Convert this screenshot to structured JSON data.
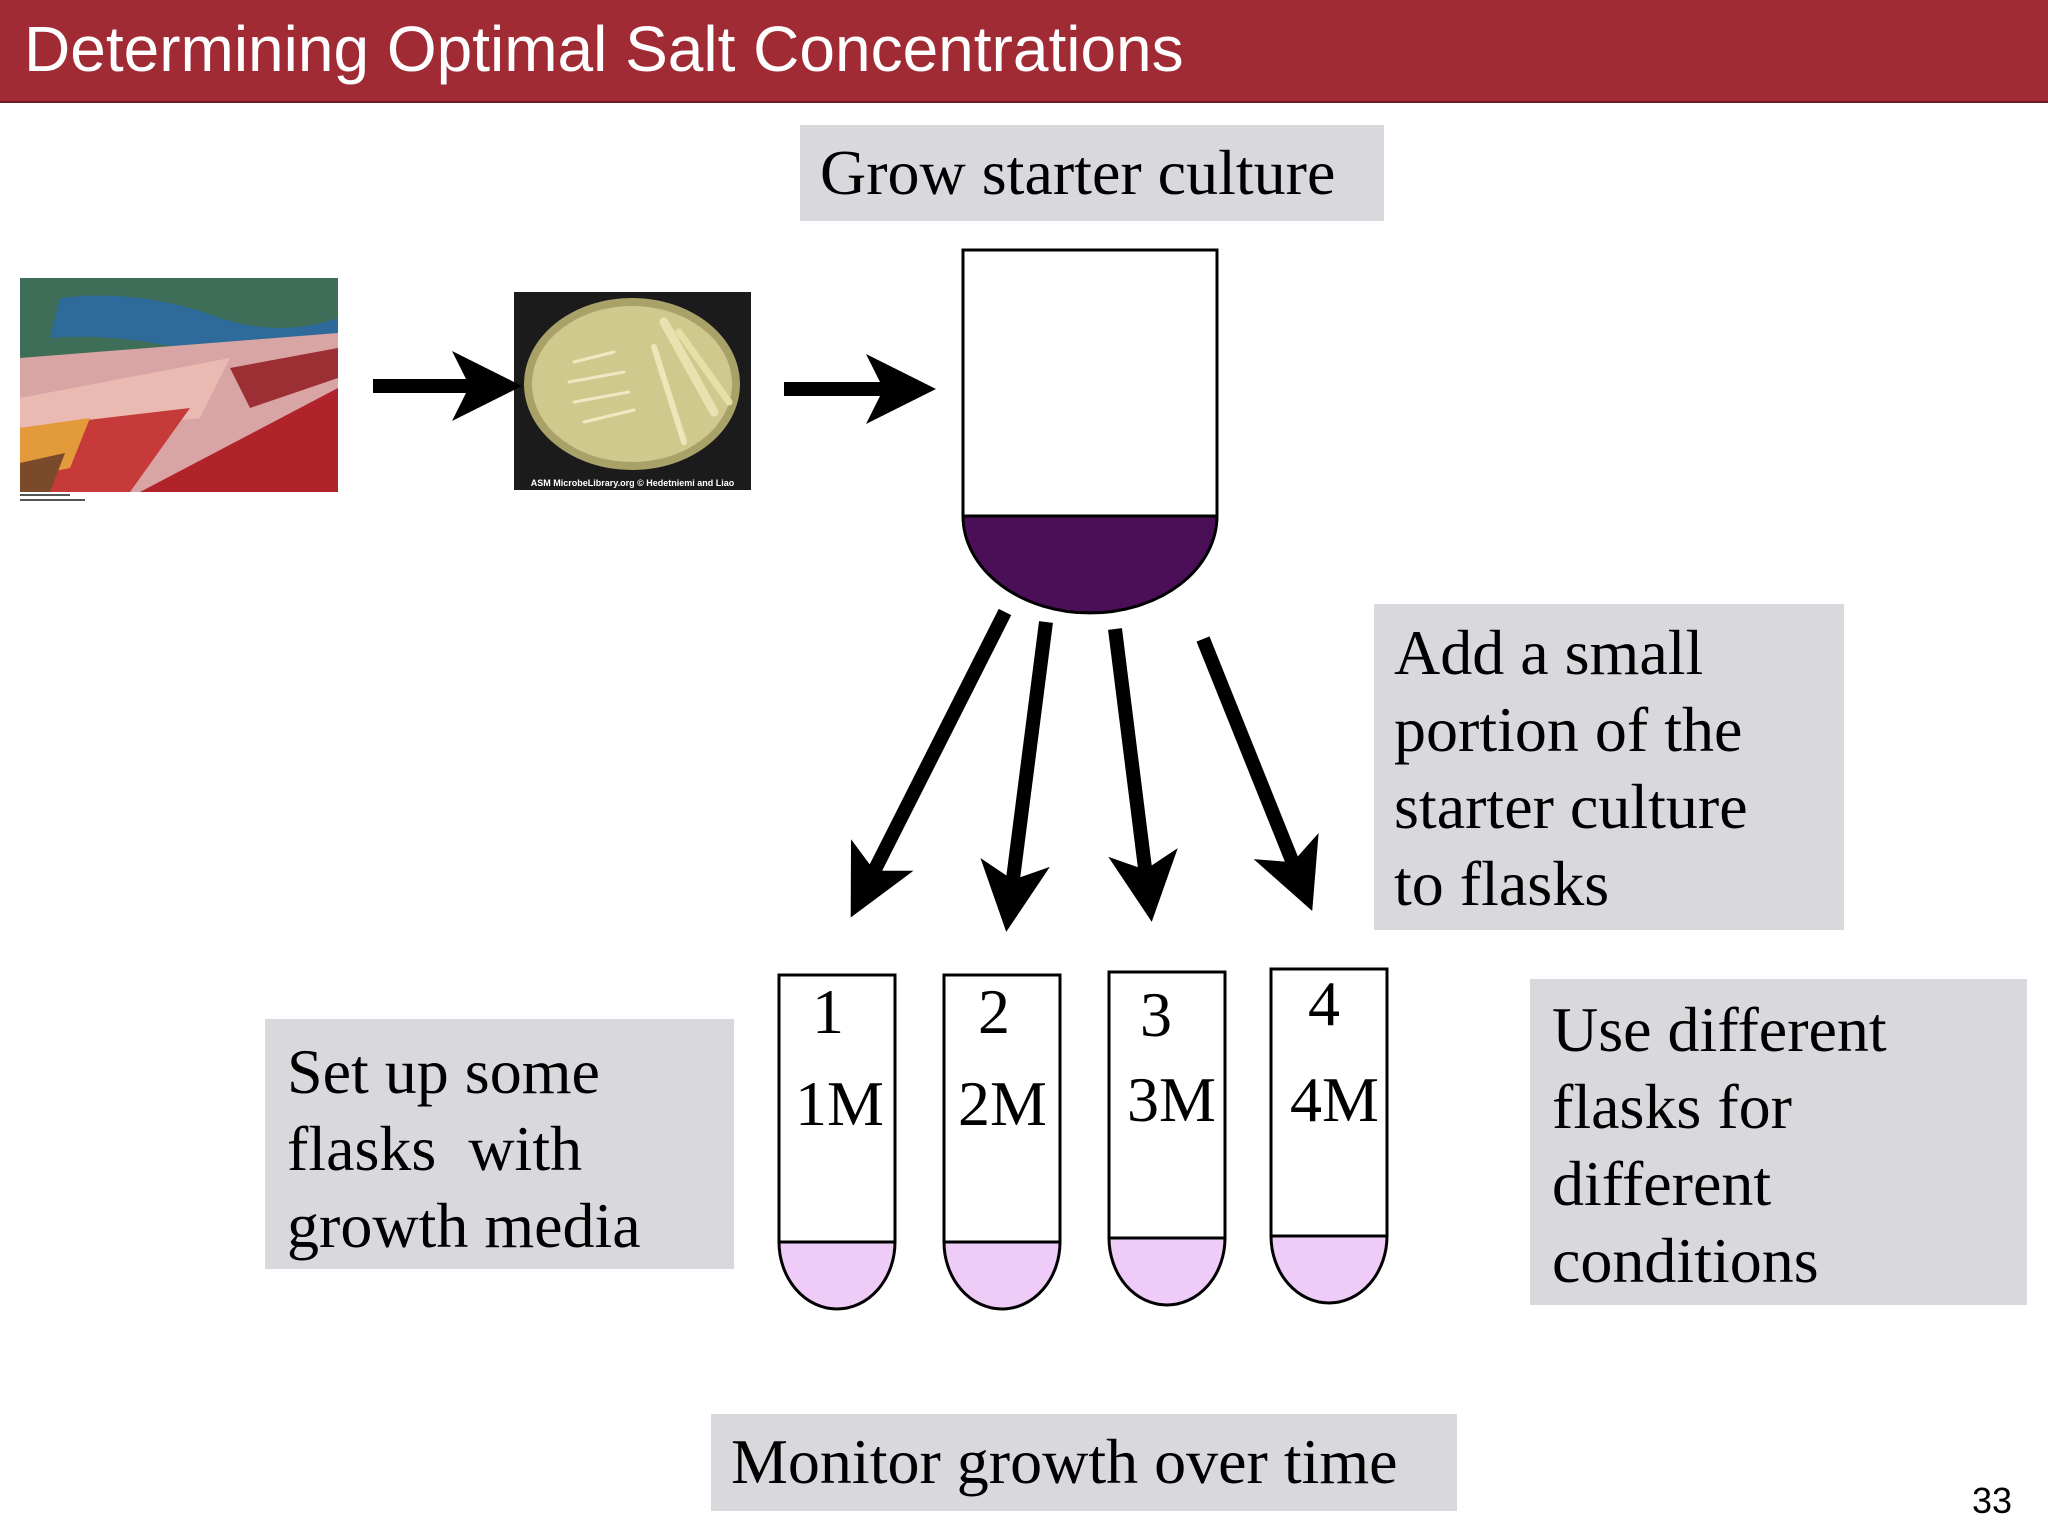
{
  "slide": {
    "title": "Determining Optimal Salt Concentrations",
    "page_number": "33"
  },
  "boxes": {
    "grow": "Grow starter culture",
    "add": [
      "Add a small",
      "portion of the",
      "starter culture",
      "to flasks"
    ],
    "setup": [
      "Set up some",
      "flasks  with",
      "growth media"
    ],
    "use": [
      "Use different",
      "flasks for",
      "different",
      "conditions"
    ],
    "monitor": "Monitor growth over time"
  },
  "photos": {
    "petri_credit": "ASM MicrobeLibrary.org © Hedetniemi and Liao"
  },
  "flasks": [
    {
      "number": "1",
      "concentration": "1M"
    },
    {
      "number": "2",
      "concentration": "2M"
    },
    {
      "number": "3",
      "concentration": "3M"
    },
    {
      "number": "4",
      "concentration": "4M"
    }
  ],
  "colors": {
    "title_bar": "#a12b35",
    "box_fill": "#d9d8dc",
    "starter_culture": "#4a0f56",
    "flask_media": "#efcbf7"
  }
}
